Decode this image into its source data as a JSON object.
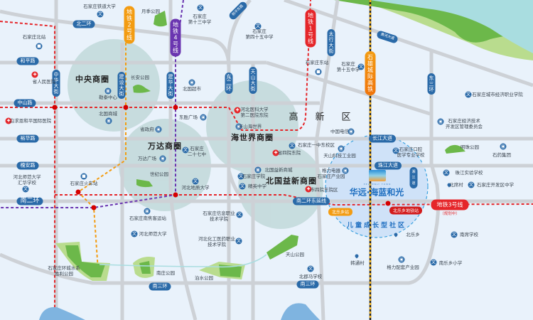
{
  "roads": {
    "bei_er_huan": "北二环",
    "heping": "和平路",
    "zhongshan": "中山路",
    "yuhua": "裕华路",
    "huaian": "槐安路",
    "nan_er_huan": "南二环",
    "nan_san_huan": "南三环",
    "zhonghua": "中华大街",
    "jianshe": "建设大街",
    "jianhua": "建华大街",
    "dong_er_huan": "东二环",
    "tianshan": "天山大街",
    "taihang": "太行大街",
    "nan_er_huan_east": "南二环东延线",
    "changjiang": "长江大道",
    "zhujiang": "珠江大道",
    "dong_san_huan": "东三环",
    "top_slant": "和平东路",
    "ne_slant": "黄河大道",
    "circle_vertical": "湘江道"
  },
  "metro": {
    "line2": "地铁2号线",
    "line4": "地铁4号线",
    "line1": "地铁1号线",
    "hsr": "石雄城际高铁",
    "line3": "地铁3号线",
    "line3_status": "（规划中）",
    "color_line1": "#e5262a",
    "color_line2": "#f39c12",
    "color_line4": "#6a35b0",
    "color_line3": "#e5262a"
  },
  "districts": {
    "central": "中央商圈",
    "wanda": "万达商圈",
    "haishijie": "海世界商圈",
    "beiguo": "北国益新商圈",
    "gaoxin": "高新区"
  },
  "project": {
    "name": "华远·海蓝和光",
    "logo_sub": "HEAVENLY TOWN",
    "tagline": "儿童成长型社区",
    "station1": "北乐乡站",
    "station2": "北乐乡地铁站",
    "accent": "#1f6fc0"
  },
  "poi": {
    "tiedao": "石家庄铁道大学",
    "yueji": "月季公园",
    "s13": "石家庄\n第十三中学",
    "s45": "石家庄\n第四十五中学",
    "beizhan": "石家庄北站",
    "shengrenmin": "省人民医院",
    "changan": "长安公园",
    "letai": "勒泰中心",
    "beiguo_cs": "北国超市",
    "beiguo_sc": "北国商城",
    "bqe": "白求恩和平国际医院",
    "dongsheng": "东胜广场",
    "shengzf": "省政府",
    "yike": "河北医科大学\n第二医院东院",
    "tshsj": "天山海世界",
    "s27": "石家庄\n二十七中",
    "wanda_gc": "万达广场",
    "shiji": "世纪公园",
    "dizhi": "河北地质大学",
    "huochezhan": "石家庄火车站",
    "huihua": "河北师范大学\n汇华学校",
    "dongzhan": "石家庄东站",
    "s15": "石家庄\n第十五中学",
    "dianxin": "中国电信",
    "yizhong": "石家庄一中东校区",
    "siyuan": "省四院东院",
    "tianshan_kj": "天山科技工业园",
    "chengshi": "石家庄城市经济职业学院",
    "kaifaqu": "石家庄经济技术\n开发区管理委员会",
    "mingzhu": "明珠公园",
    "shiyao": "石药集团",
    "kouqiang": "石家庄口腔\n医学专业学校",
    "bgyx_sc": "北国益新商城",
    "sjz_xy": "石家庄学院",
    "jingying": "精英中学",
    "shisi": "市四院东院区",
    "geli": "格力电器\n石家庄产业园",
    "zhujiang_sy": "珠江实验学校",
    "beixi": "北席村",
    "kfq_zx": "石家庄开发区中学",
    "beile": "北乐乡",
    "nanxi": "南席学校",
    "nanlexiang": "南乐乡小学",
    "geli_pt": "格力配套产业园",
    "hantong": "韩通村",
    "tianshan_gy": "天山公园",
    "beijunma": "北郡马学校",
    "nanjiao": "石家庄南焦客运站",
    "shida": "河北师范大学",
    "xinxi": "石家庄信息职业\n技术学院",
    "huagong": "河北化工医药职业\n技术学院",
    "shengli": "石家庄环城水系\n胜利公园",
    "nanzhuang": "南庄公园",
    "boshui": "泊水公园"
  },
  "colors": {
    "road": "#cdd1d6",
    "park": "#6cb84a",
    "park_light": "#b9dc8e",
    "water": "#a9dde0",
    "circle": "#9ec3bd"
  }
}
